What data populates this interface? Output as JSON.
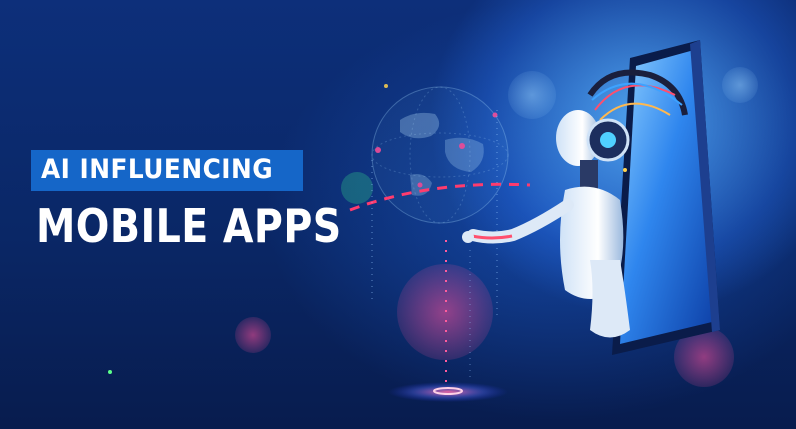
{
  "headline": {
    "line1": "AI INFLUENCING",
    "line2": "MOBILE APPS"
  },
  "colors": {
    "background": "#0a2a6b",
    "glow": "#5ab4ff",
    "highlight_box": "#1566c8",
    "text": "#ffffff",
    "accent_pink": "#ff3b8a"
  },
  "icons": [
    "globe-icon",
    "robot-figure",
    "smartphone-icon"
  ]
}
